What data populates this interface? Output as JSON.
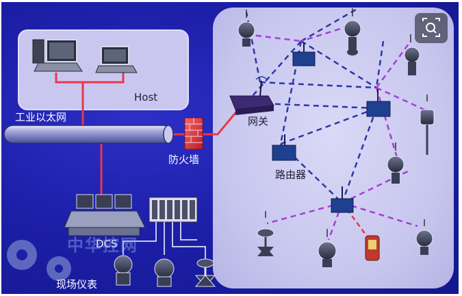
{
  "labels": {
    "host": "Host",
    "ethernet": "工业以太网",
    "gateway": "网关",
    "firewall": "防火墙",
    "router": "路由器",
    "dcs": "DCS",
    "field_instruments": "现场仪表"
  },
  "watermark": "中华控网",
  "colors": {
    "background": "#1c1fa8",
    "host_panel": "#c9c7f0",
    "field_panel": "#d3d2f3",
    "wired_link": "#e8374a",
    "mesh_blue": "#2b36a8",
    "mesh_purple": "#a83ad8"
  },
  "icons": {
    "search": "image-search-icon",
    "gear": "gear-icon"
  }
}
